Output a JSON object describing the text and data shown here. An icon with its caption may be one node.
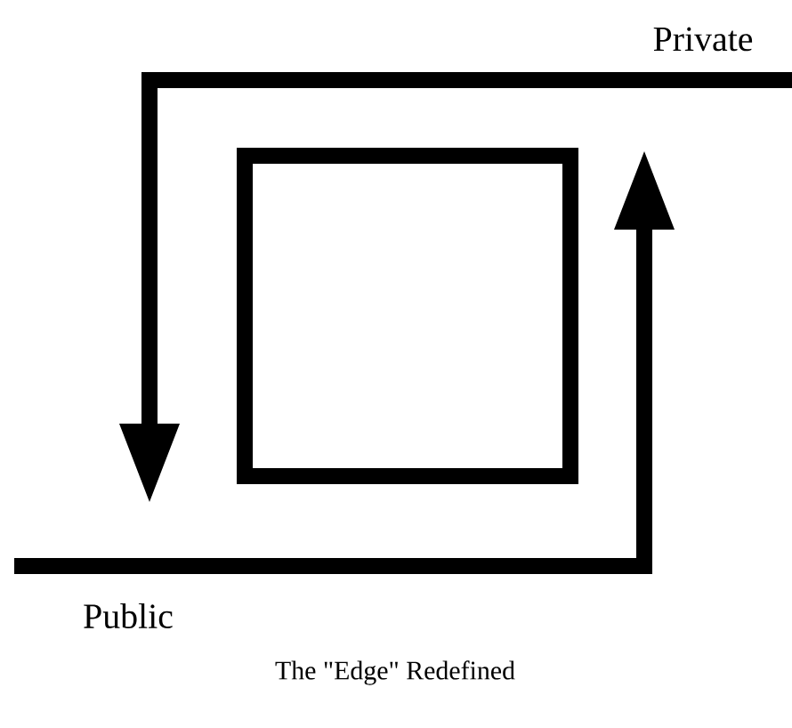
{
  "diagram": {
    "caption": "The \"Edge\" Redefined",
    "nodes": [
      {
        "text": [],
        "shape": "box"
      }
    ],
    "labels": [
      "Private",
      "Public"
    ]
  }
}
